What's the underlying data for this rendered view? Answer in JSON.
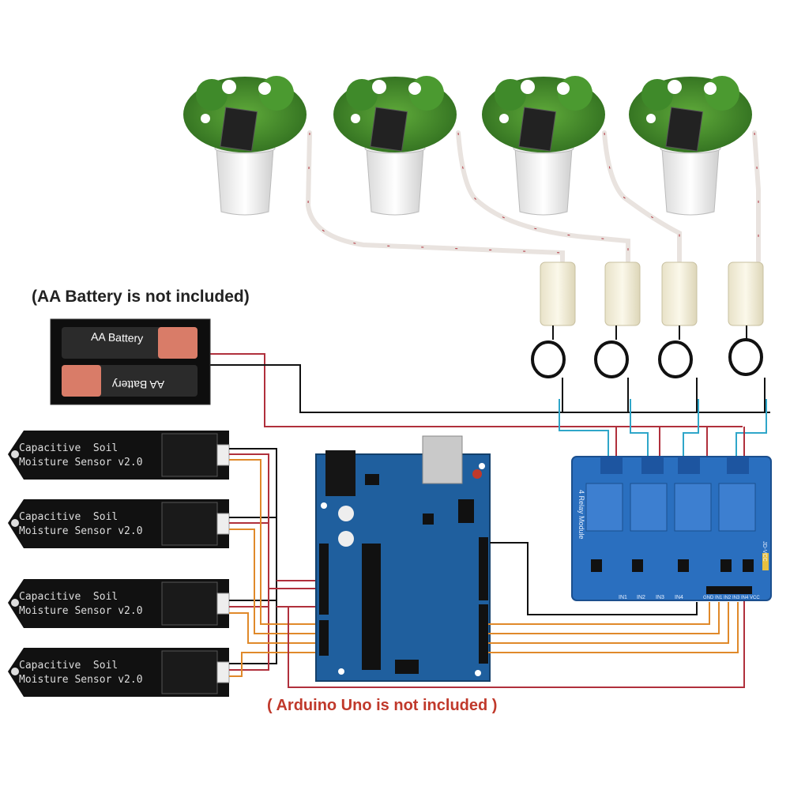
{
  "notes": {
    "battery_note": "(AA Battery is not included)",
    "arduino_note": "( Arduino Uno is not included )"
  },
  "battery": {
    "cell_top_label": "AA Battery",
    "cell_bottom_label": "AA Battery"
  },
  "sensor_label_line1": "Capacitive  Soil",
  "sensor_label_line2": "Moisture Sensor v2.0",
  "relay": {
    "title": "4 Relay Module",
    "pins": [
      "IN1",
      "IN2",
      "IN3",
      "IN4"
    ],
    "header_pins": "GND IN1 IN2 IN3 IN4 VCC",
    "jumper_label": "JD-VCC"
  },
  "colors": {
    "board_blue": "#1f5f9e",
    "relay_blue": "#2a6fbf",
    "wire_red": "#b0303c",
    "wire_black": "#111111",
    "wire_orange": "#e0892a",
    "wire_yellow": "#e8c040",
    "wire_cyan": "#2fa6c9",
    "tube": "#e9e3df"
  }
}
